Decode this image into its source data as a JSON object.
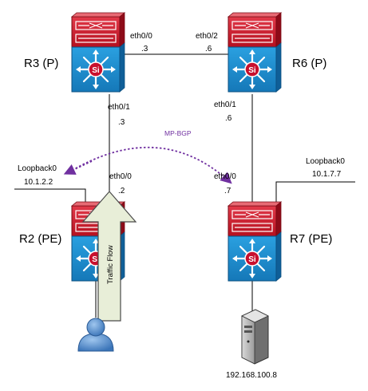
{
  "routers": {
    "r3": {
      "name": "R3 (P)"
    },
    "r6": {
      "name": "R6 (P)"
    },
    "r2": {
      "name": "R2 (PE)"
    },
    "r7": {
      "name": "R7 (PE)"
    }
  },
  "interfaces": {
    "r3_eth00": {
      "name": "eth0/0",
      "ip": ".3"
    },
    "r6_eth02": {
      "name": "eth0/2",
      "ip": ".6"
    },
    "r3_eth01": {
      "name": "eth0/1",
      "ip": ".3"
    },
    "r6_eth01": {
      "name": "eth0/1",
      "ip": ".6"
    },
    "r2_eth00": {
      "name": "eth0/0",
      "ip": ".2"
    },
    "r7_eth00": {
      "name": "eth0/0",
      "ip": ".7"
    }
  },
  "loopbacks": {
    "r2": {
      "name": "Loopback0",
      "ip": "10.1.2.2"
    },
    "r7": {
      "name": "Loopback0",
      "ip": "10.1.7.7"
    }
  },
  "session_label": "MP-BGP",
  "traffic_flow_label": "Traffic Flow",
  "server_ip": "192.168.100.8",
  "colors": {
    "chassis_red": "#c8102e",
    "chassis_blue": "#1f8fd1",
    "mpbgp": "#7030a0",
    "arrow_fill": "#e8eed8"
  }
}
